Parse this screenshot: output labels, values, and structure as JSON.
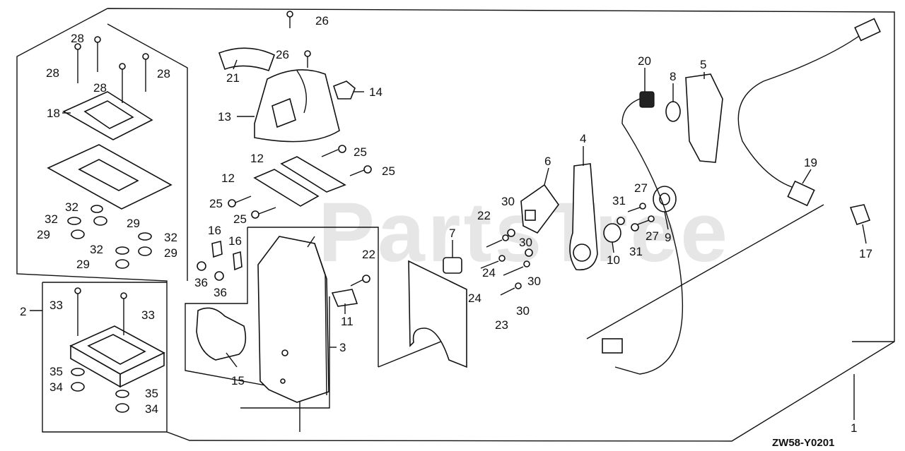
{
  "watermark": "PartsTree",
  "diagram_code": "ZW58-Y0201",
  "callouts": {
    "c1": "1",
    "c2": "2",
    "c3": "3",
    "c4": "4",
    "c5": "5",
    "c6": "6",
    "c7": "7",
    "c8": "8",
    "c9": "9",
    "c10": "10",
    "c11": "11",
    "c12a": "12",
    "c12b": "12",
    "c13": "13",
    "c14": "14",
    "c15": "15",
    "c16a": "16",
    "c16b": "16",
    "c17": "17",
    "c18": "18",
    "c19": "19",
    "c20": "20",
    "c21": "21",
    "c22a": "22",
    "c22b": "22",
    "c23": "23",
    "c24a": "24",
    "c24b": "24",
    "c25a": "25",
    "c25b": "25",
    "c25c": "25",
    "c25d": "25",
    "c26a": "26",
    "c26b": "26",
    "c27a": "27",
    "c27b": "27",
    "c28a": "28",
    "c28b": "28",
    "c28c": "28",
    "c28d": "28",
    "c29a": "29",
    "c29b": "29",
    "c29c": "29",
    "c29d": "29",
    "c30a": "30",
    "c30b": "30",
    "c30c": "30",
    "c30d": "30",
    "c31a": "31",
    "c31b": "31",
    "c32a": "32",
    "c32b": "32",
    "c32c": "32",
    "c32d": "32",
    "c33a": "33",
    "c33b": "33",
    "c34a": "34",
    "c34b": "34",
    "c35a": "35",
    "c35b": "35",
    "c36a": "36",
    "c36b": "36"
  }
}
